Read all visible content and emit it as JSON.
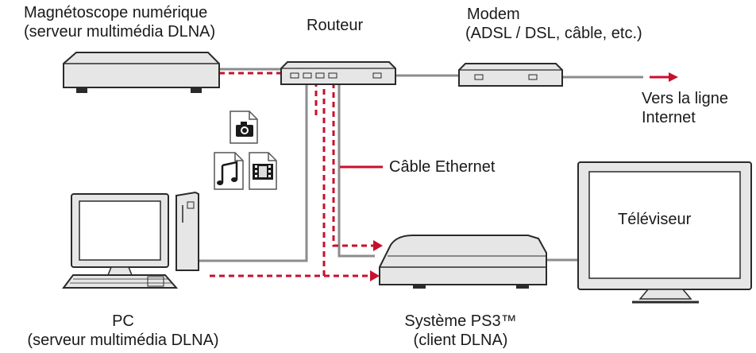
{
  "labels": {
    "dvr_line1": "Magnétoscope numérique",
    "dvr_line2": "(serveur multimédia DLNA)",
    "router": "Routeur",
    "modem_line1": "Modem",
    "modem_line2": "(ADSL / DSL, câble, etc.)",
    "internet_line1": "Vers la ligne",
    "internet_line2": "Internet",
    "cable": "Câble Ethernet",
    "tv": "Téléviseur",
    "pc_line1": "PC",
    "pc_line2": "(serveur multimédia DLNA)",
    "ps3_line1": "Système PS3™",
    "ps3_line2": "(client DLNA)"
  },
  "colors": {
    "accent_red": "#c8102e",
    "cable_gray": "#8c8c8c",
    "device_gray": "#e6e6e6",
    "outline": "#2a2a2a"
  },
  "icons": [
    "camera-icon",
    "music-icon",
    "film-icon"
  ]
}
